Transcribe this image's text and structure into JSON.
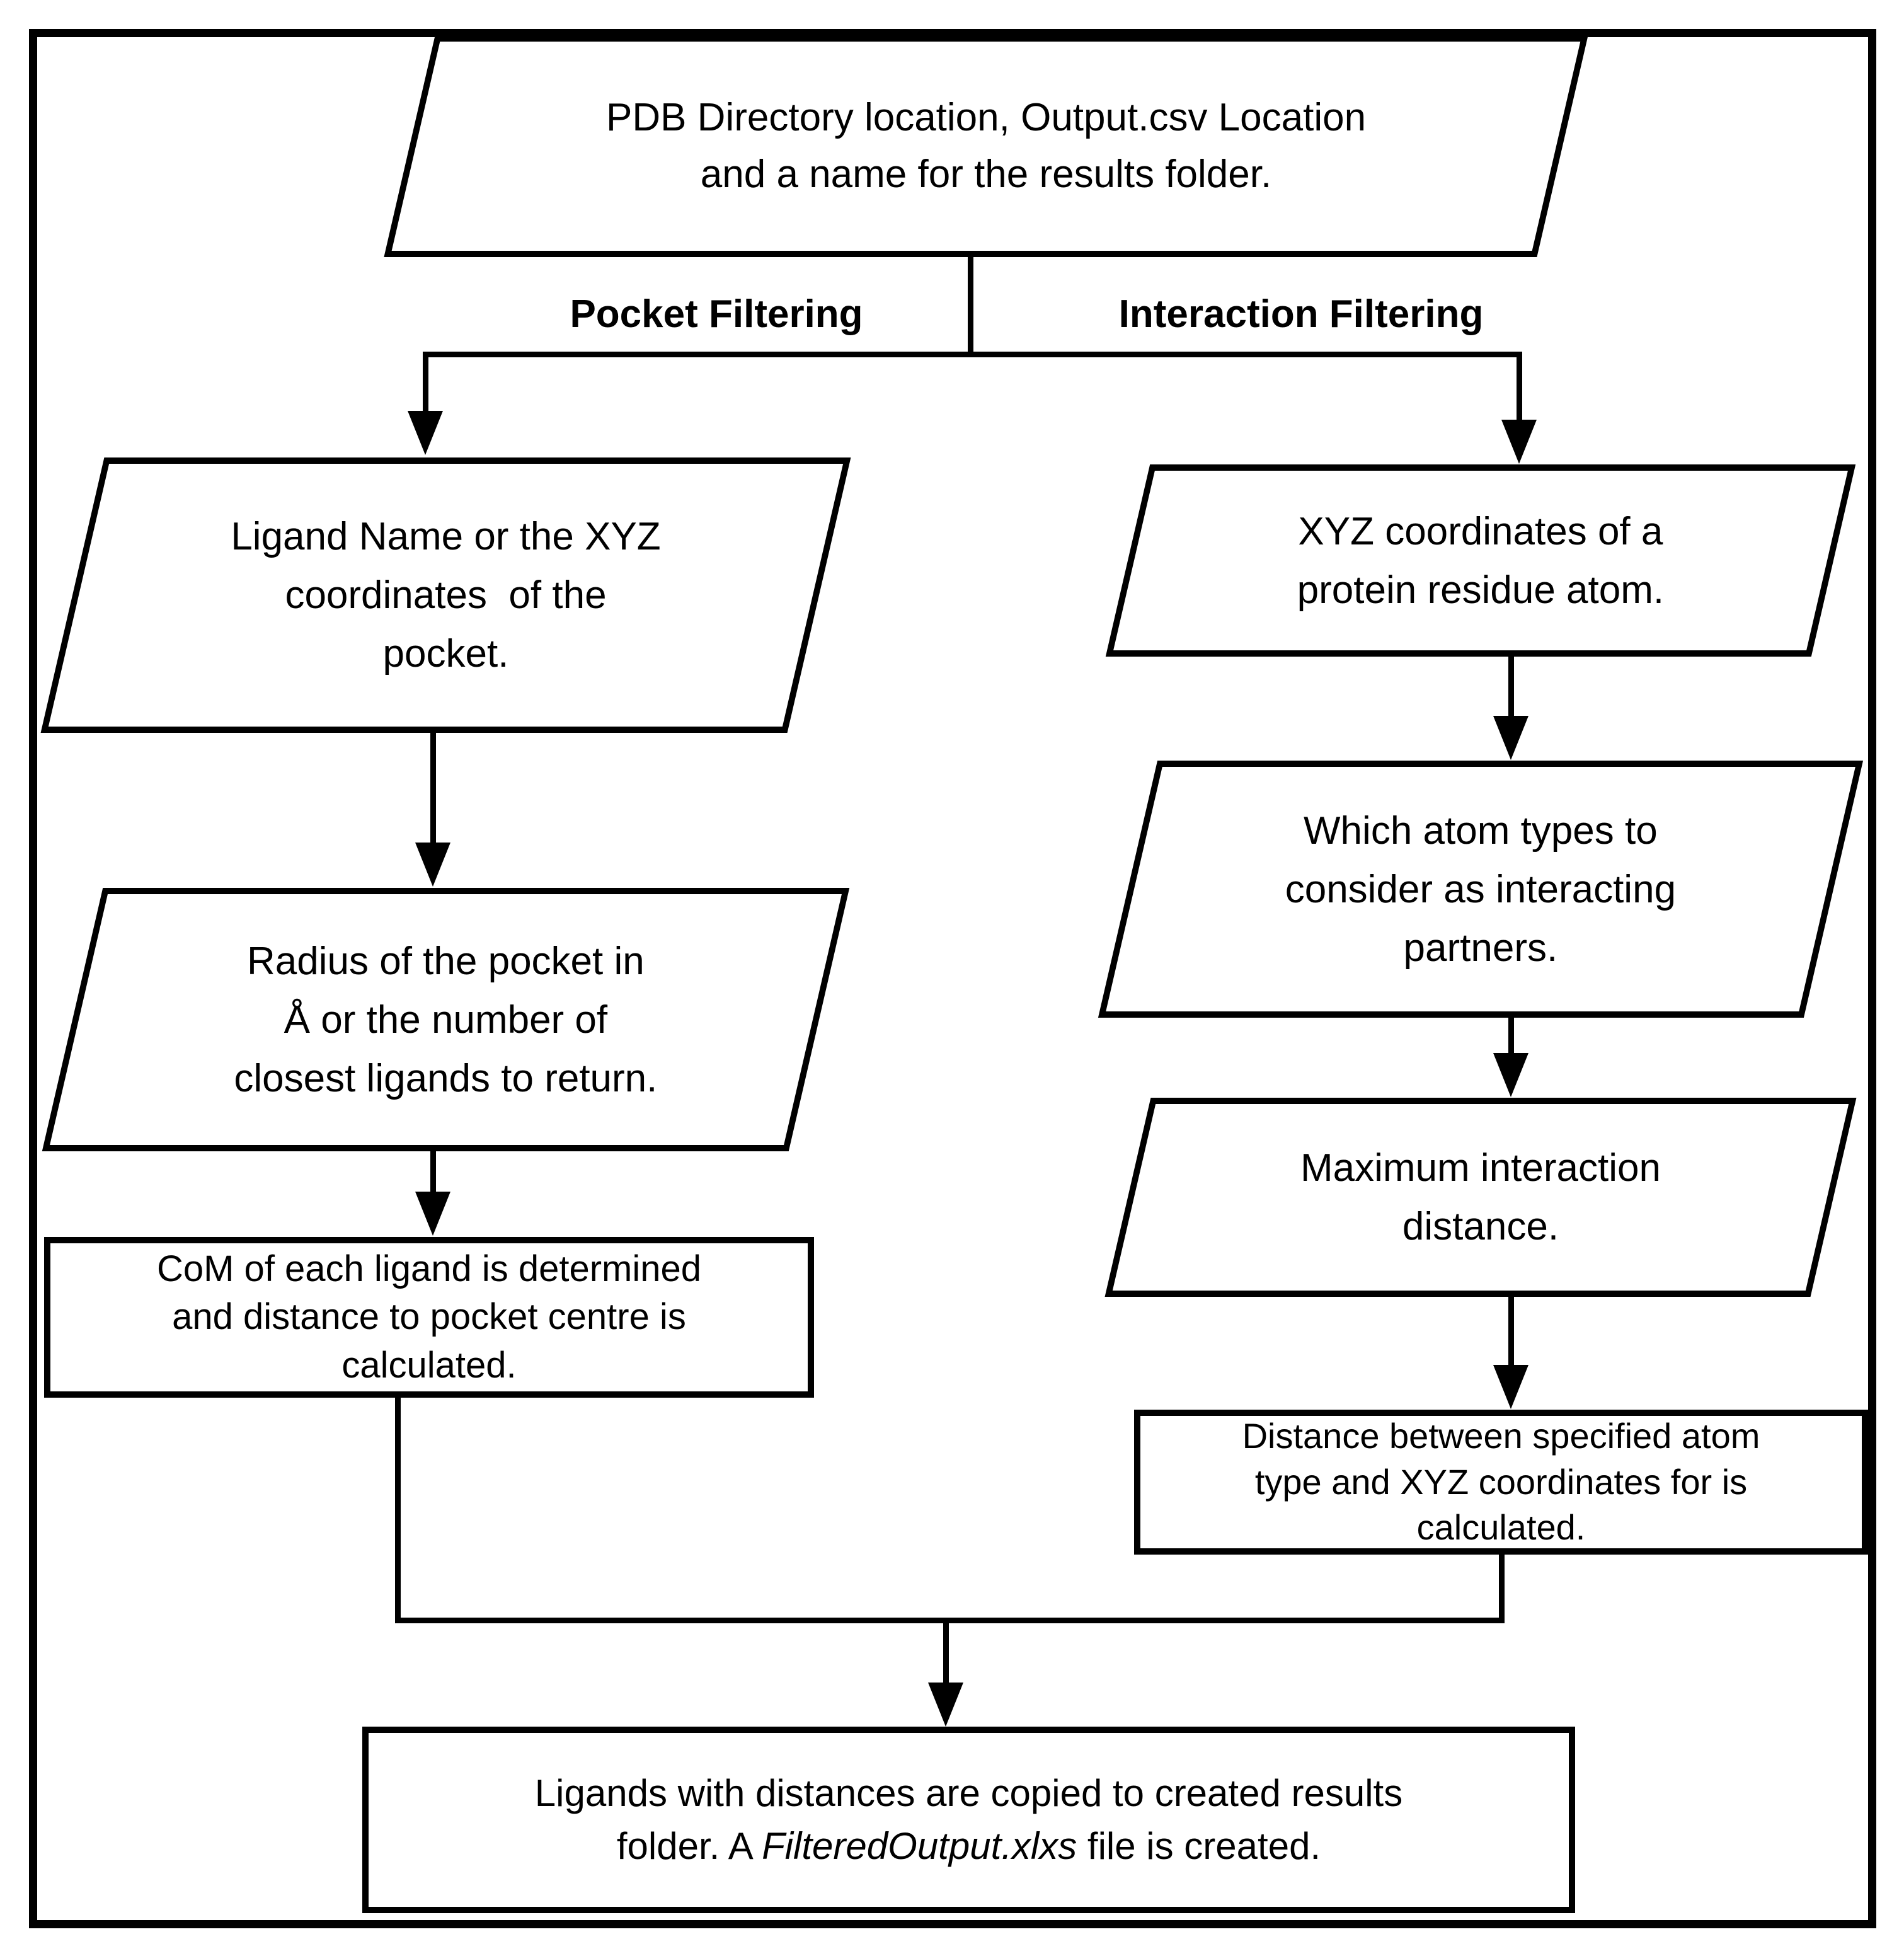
{
  "diagram": {
    "top_input": "PDB Directory location, Output.csv Location\nand a name for the results folder.",
    "branch_labels": {
      "left": "Pocket Filtering",
      "right": "Interaction Filtering"
    },
    "pocket": {
      "input1": "Ligand Name or the XYZ\ncoordinates  of the\npocket.",
      "input2": "Radius of the pocket in\nÅ or the number of\nclosest ligands to return.",
      "process": "CoM of each ligand is determined\nand distance to pocket centre is\ncalculated."
    },
    "interaction": {
      "input1": "XYZ coordinates of a\nprotein residue atom.",
      "input2": "Which atom types to\nconsider as interacting\npartners.",
      "input3": "Maximum interaction\ndistance.",
      "process": "Distance between specified atom\ntype and XYZ coordinates for is\ncalculated."
    },
    "result": {
      "text_before": "Ligands with distances are copied to created results\nfolder. A ",
      "text_italic": "FilteredOutput.xlxs",
      "text_after": " file is created."
    },
    "colors": {
      "stroke": "#000000",
      "background": "#ffffff"
    }
  }
}
